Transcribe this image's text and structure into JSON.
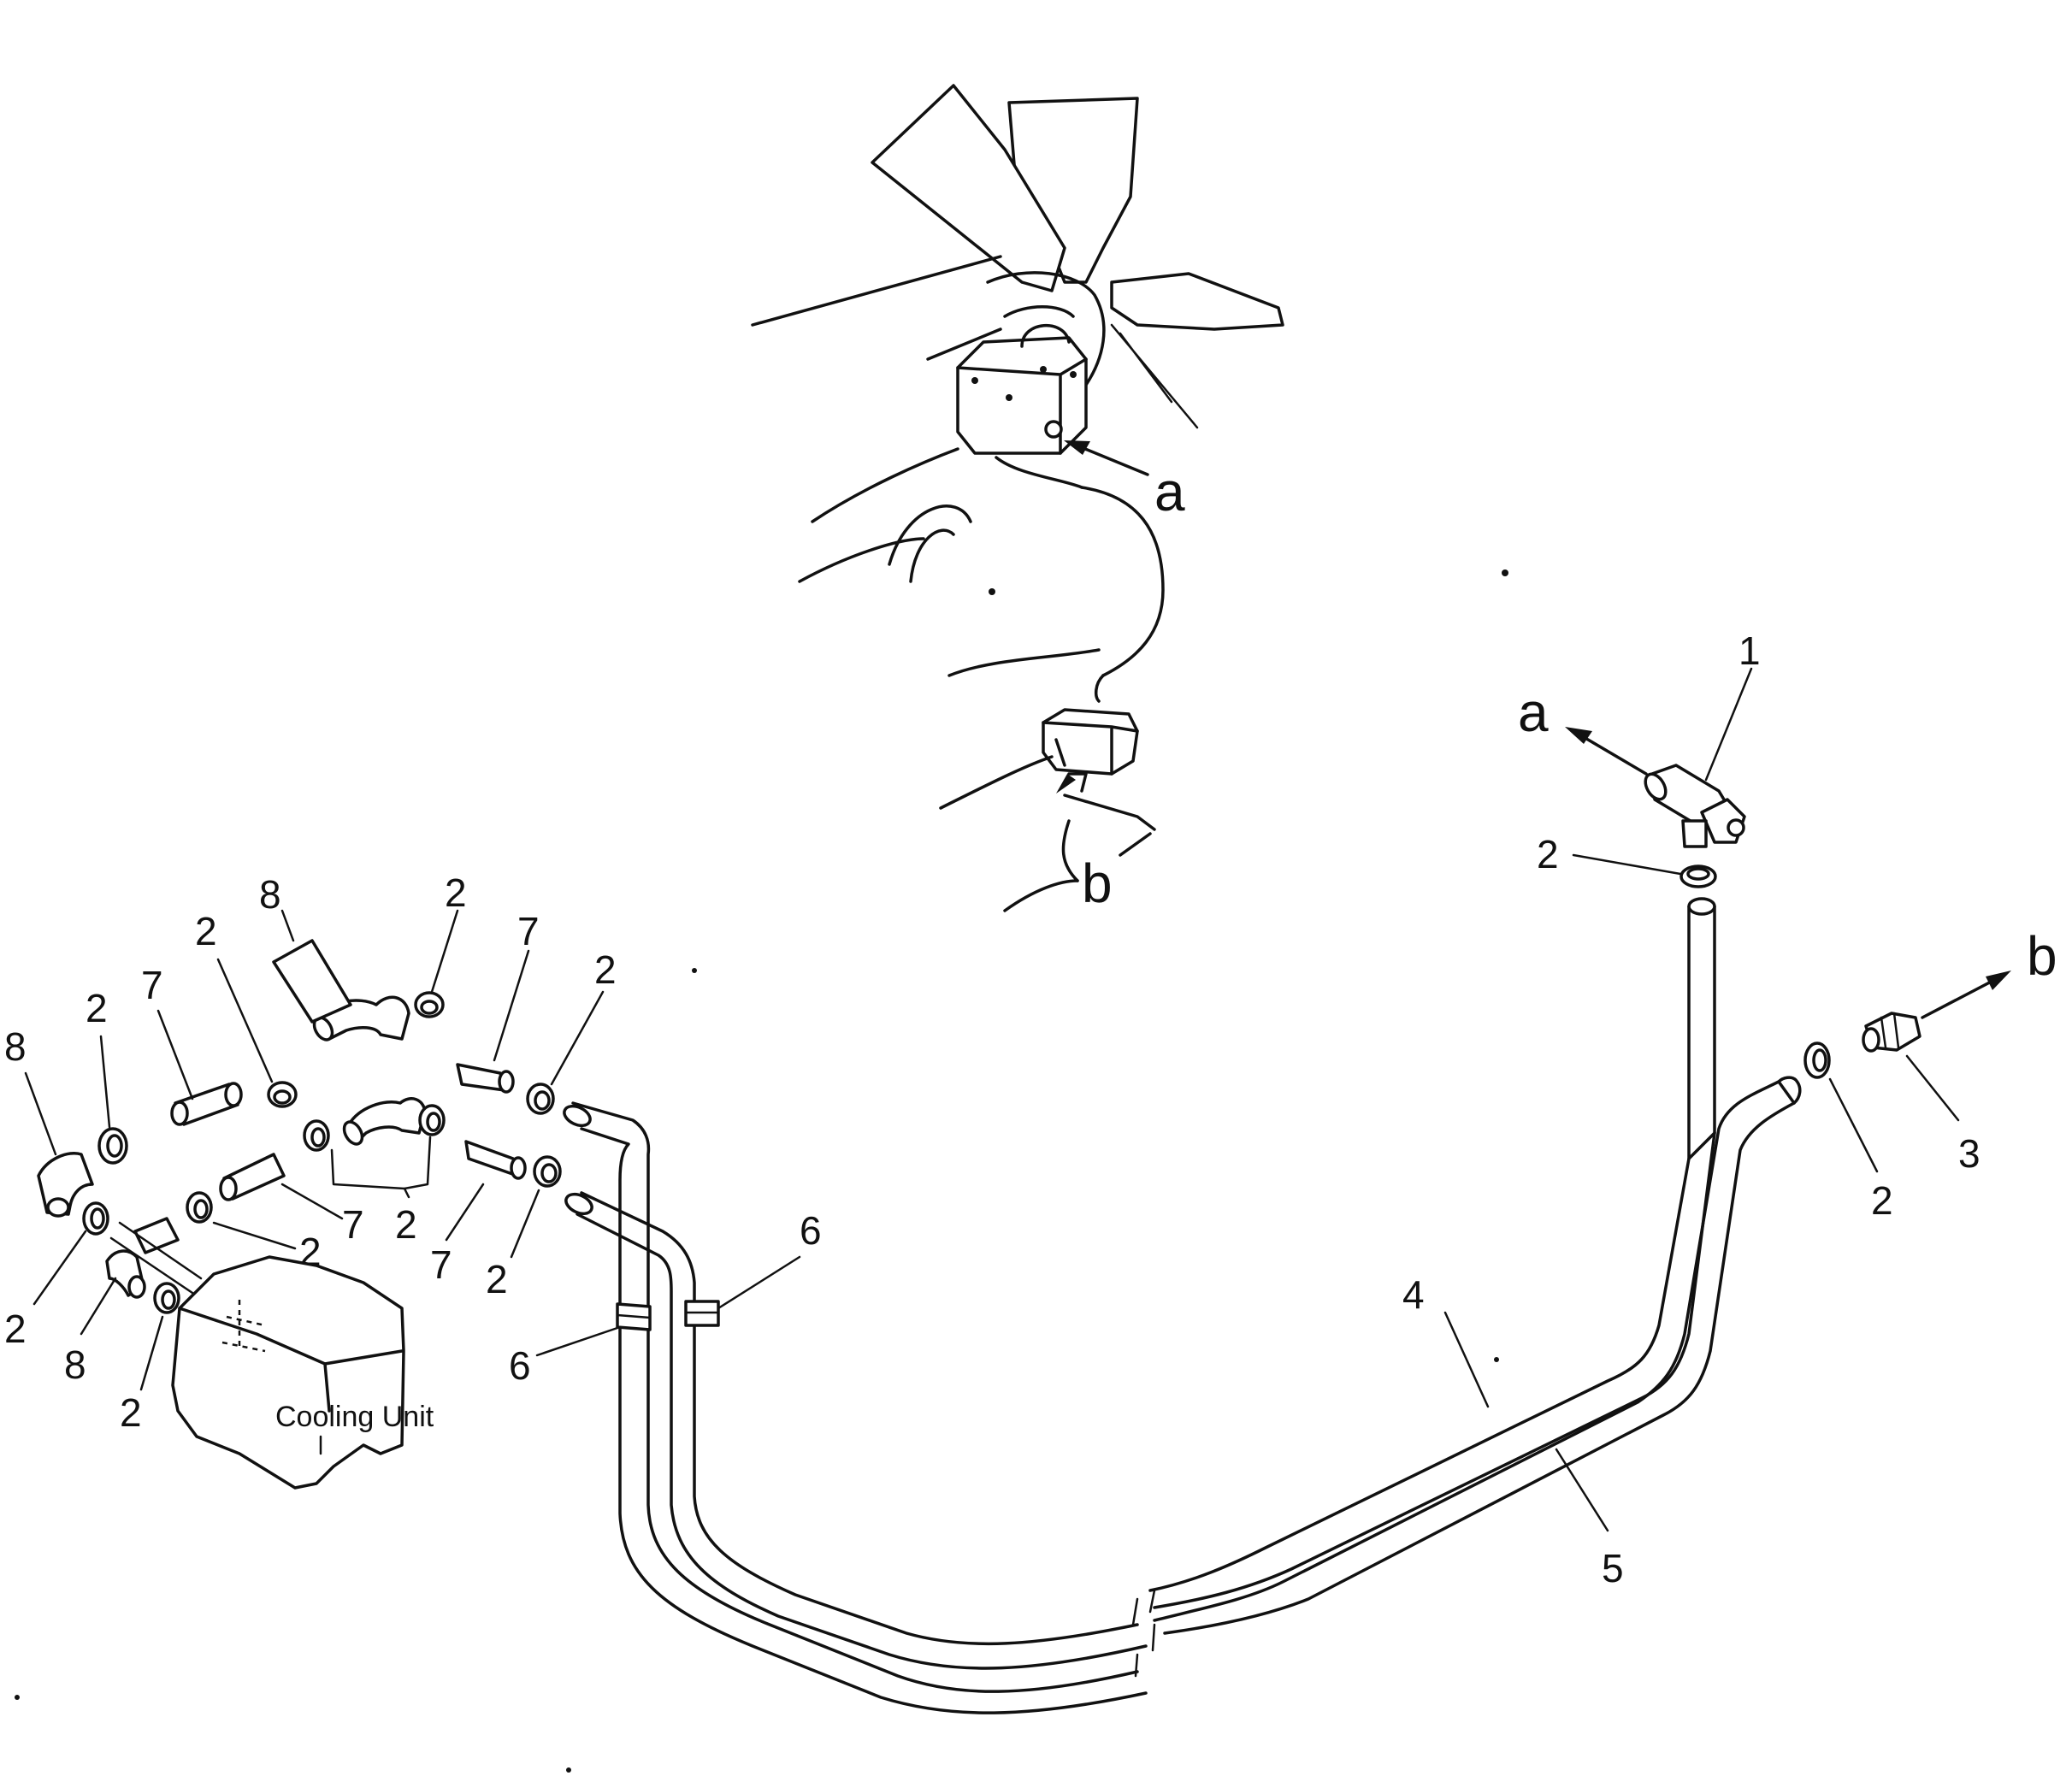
{
  "labels": {
    "part_1": "1",
    "part_2": "2",
    "part_3": "3",
    "part_4": "4",
    "part_5": "5",
    "part_6": "6",
    "part_7": "7",
    "part_8": "8",
    "ref_a": "a",
    "ref_b": "b",
    "cooling_unit": "Cooling Unit"
  }
}
